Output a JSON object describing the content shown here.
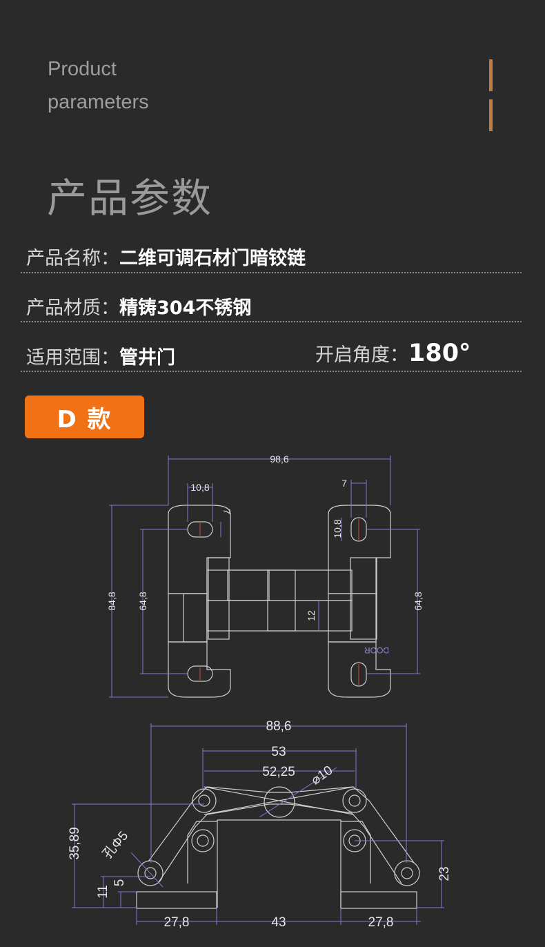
{
  "header": {
    "en_line1": "Product",
    "en_line2": "parameters",
    "cn_title": "产品参数"
  },
  "params": {
    "name_label": "产品名称：",
    "name_value": "二维可调石材门暗铰链",
    "material_label": "产品材质：",
    "material_value": "精铸304不锈钢",
    "usage_label": "适用范围：",
    "usage_value": "管井门",
    "angle_label": "开启角度：",
    "angle_value": "180°"
  },
  "badge": {
    "label": "D 款"
  },
  "front_view": {
    "overall_width": "98,6",
    "slot_width": "10,8",
    "slot_height": "7",
    "right_slot_width": "7",
    "right_slot_height": "10,8",
    "overall_height": "84,8",
    "hole_spacing_left": "64,8",
    "hole_spacing_right": "64,8",
    "arm_width": "12",
    "door_mark": "DOOR"
  },
  "top_view": {
    "overall_width": "88,6",
    "pivot_span": "53",
    "pivot_span_inner": "52,25",
    "center_diameter": "⌀10",
    "depth": "35,89",
    "hole": "孔Φ5",
    "height_11": "11",
    "height_5": "5",
    "height_23": "23",
    "base_left": "27,8",
    "base_mid": "43",
    "base_right": "27,8"
  },
  "colors": {
    "background": "#2a2a2a",
    "accent": "#c27d3e",
    "badge": "#f07215",
    "dimension_line": "#7d7ad8",
    "outline": "#cfcfcf"
  }
}
